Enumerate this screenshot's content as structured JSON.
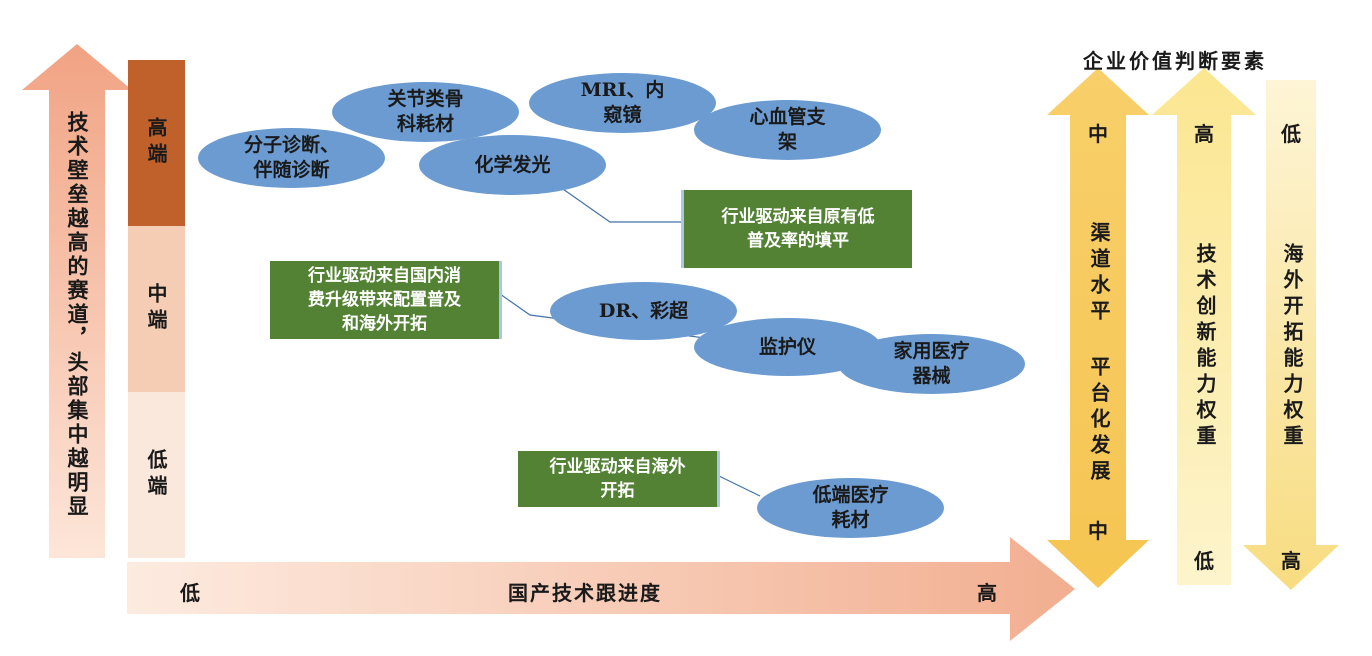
{
  "left_arrow": {
    "text": "技术壁垒越高的赛道，头部集中越明显"
  },
  "tiers": [
    {
      "label": "高端",
      "color": "#c0612b"
    },
    {
      "label": "中端",
      "color": "#f5cdb4"
    },
    {
      "label": "低端",
      "color": "#fbe8dc"
    }
  ],
  "x_axis": {
    "low": "低",
    "title": "国产技术跟进度",
    "high": "高"
  },
  "ovals": [
    {
      "name": "oval-molecular-diagnostics",
      "text": "分子诊断、\n伴随诊断"
    },
    {
      "name": "oval-orthopedic-materials",
      "text": "关节类骨\n科耗材"
    },
    {
      "name": "oval-mri-endoscope",
      "text": "MRI、内\n窥镜"
    },
    {
      "name": "oval-cardiovascular-stent",
      "text": "心血管支\n架"
    },
    {
      "name": "oval-chemiluminescence",
      "text": "化学发光"
    },
    {
      "name": "oval-dr-ultrasound",
      "text": "DR、彩超"
    },
    {
      "name": "oval-monitor",
      "text": "监护仪"
    },
    {
      "name": "oval-home-medical",
      "text": "家用医疗\n器械"
    },
    {
      "name": "oval-low-end-consumables",
      "text": "低端医疗\n耗材"
    }
  ],
  "notes": [
    {
      "name": "note-fill-low-penetration",
      "text": "行业驱动来自原有低\n普及率的填平"
    },
    {
      "name": "note-consumption-upgrade",
      "text": "行业驱动来自国内消\n费升级带来配置普及\n和海外开拓"
    },
    {
      "name": "note-overseas-expansion",
      "text": "行业驱动来自海外\n开拓"
    }
  ],
  "value_factors": {
    "title": "企业价值判断要素",
    "columns": [
      {
        "top": "中",
        "text": "渠道水平 平台化发展",
        "bottom": "中"
      },
      {
        "top": "高",
        "text": "技术创新能力权重",
        "bottom": "低"
      },
      {
        "top": "低",
        "text": "海外开拓能力权重",
        "bottom": "高"
      }
    ]
  },
  "colors": {
    "oval": "#6b9bd1",
    "note": "#548235",
    "arrow_orange": "#f2ae90",
    "col_mid": "#f6c85f",
    "col_high": "#fbe9a0",
    "col_low": "#fdf3cf"
  }
}
